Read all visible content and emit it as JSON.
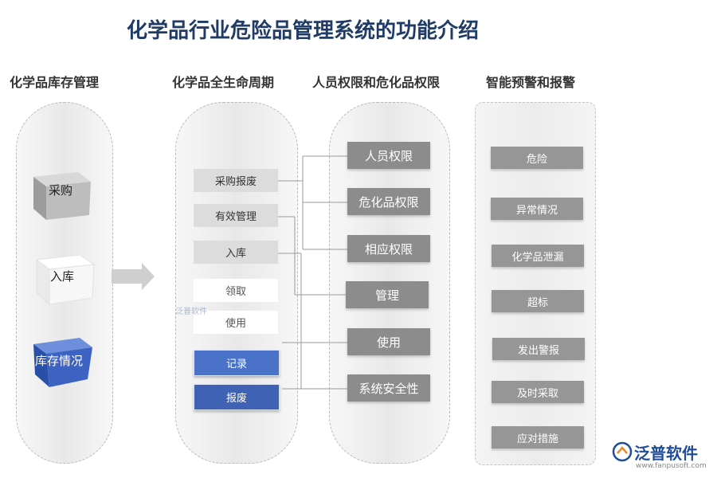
{
  "title": "化学品行业危险品管理系统的功能介绍",
  "columns": {
    "col1": "化学品库存管理",
    "col2": "化学品全生命周期",
    "col3": "人员权限和危化品权限",
    "col4": "智能预警和报警"
  },
  "inventory": [
    "采购",
    "入库",
    "库存情况"
  ],
  "lifecycle": [
    "采购报废",
    "有效管理",
    "入库",
    "领取",
    "使用",
    "记录",
    "报废"
  ],
  "permissions": [
    "人员权限",
    "危化品权限",
    "相应权限",
    "管理",
    "使用",
    "系统安全性"
  ],
  "alerts": [
    "危险",
    "异常情况",
    "化学品泄漏",
    "超标",
    "发出警报",
    "及时采取",
    "应对措施"
  ],
  "watermark": "泛普软件",
  "logo": {
    "name": "泛普软件",
    "url": "www.fanpusoft.com"
  },
  "colors": {
    "title": "#1f3b66",
    "blue": "#4a72c8",
    "dark_box": "#8c8c8c",
    "logo": "#1e4d9c"
  }
}
